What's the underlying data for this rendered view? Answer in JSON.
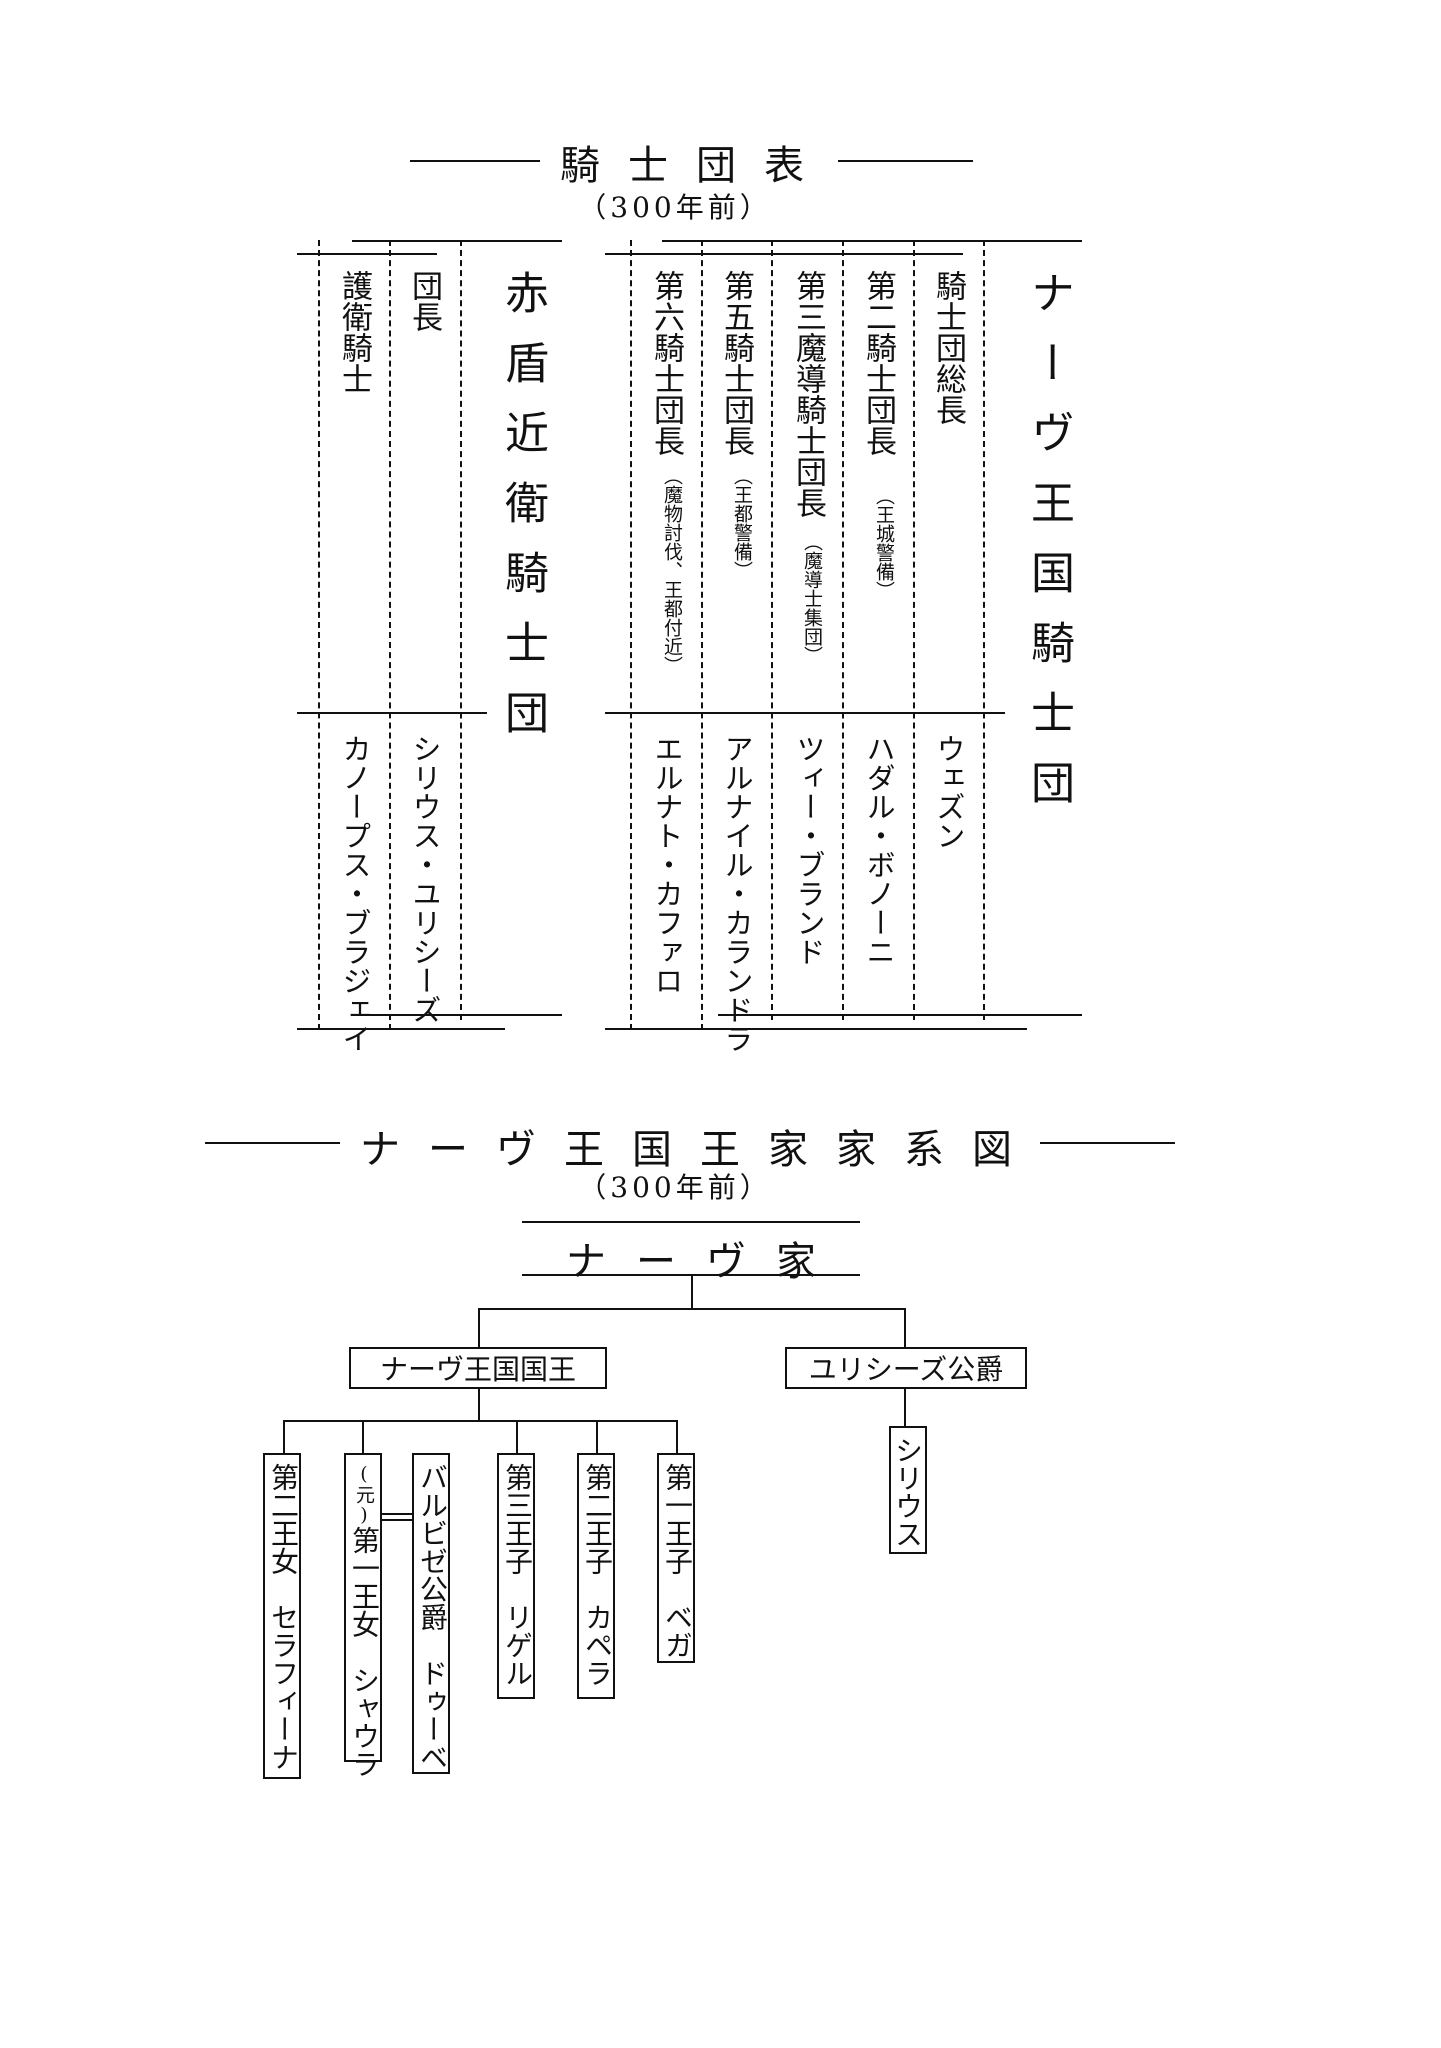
{
  "knights": {
    "title": "騎士団表",
    "era": "（300年前）",
    "nav_group": {
      "name": "ナーヴ王国騎士団",
      "roles": [
        {
          "title": "騎士団総長",
          "note": "",
          "person": "ウェズン"
        },
        {
          "title": "第二騎士団長",
          "note": "（王城警備）",
          "person": "ハダル・ボノーニ"
        },
        {
          "title": "第三魔導騎士団長",
          "note": "（魔導士集団）",
          "person": "ツィー・ブランド"
        },
        {
          "title": "第五騎士団長",
          "note": "（王都警備）",
          "person": "アルナイル・カランドラ"
        },
        {
          "title": "第六騎士団長",
          "note": "（魔物討伐、王都付近）",
          "person": "エルナト・カファロ"
        }
      ]
    },
    "red_group": {
      "name": "赤盾近衛騎士団",
      "roles": [
        {
          "title": "団長",
          "person": "シリウス・ユリシーズ"
        },
        {
          "title": "護衛騎士",
          "person": "カノープス・ブラジェイ"
        }
      ]
    }
  },
  "family": {
    "title": "ナーヴ王国王家家系図",
    "era": "（300年前）",
    "house": "ナーヴ家",
    "king": "ナーヴ王国国王",
    "duke": "ユリシーズ公爵",
    "duke_child": "シリウス",
    "children": [
      {
        "rank": "第二王女",
        "name": "セラフィーナ",
        "prefix": ""
      },
      {
        "rank": "第一王女",
        "name": "シャウラ",
        "prefix": "元"
      },
      {
        "rank": "バルビゼ公爵",
        "name": "ドゥーベ",
        "prefix": ""
      },
      {
        "rank": "第三王子",
        "name": "リゲル",
        "prefix": ""
      },
      {
        "rank": "第二王子",
        "name": "カペラ",
        "prefix": ""
      },
      {
        "rank": "第一王子",
        "name": "ベガ",
        "prefix": ""
      }
    ]
  }
}
